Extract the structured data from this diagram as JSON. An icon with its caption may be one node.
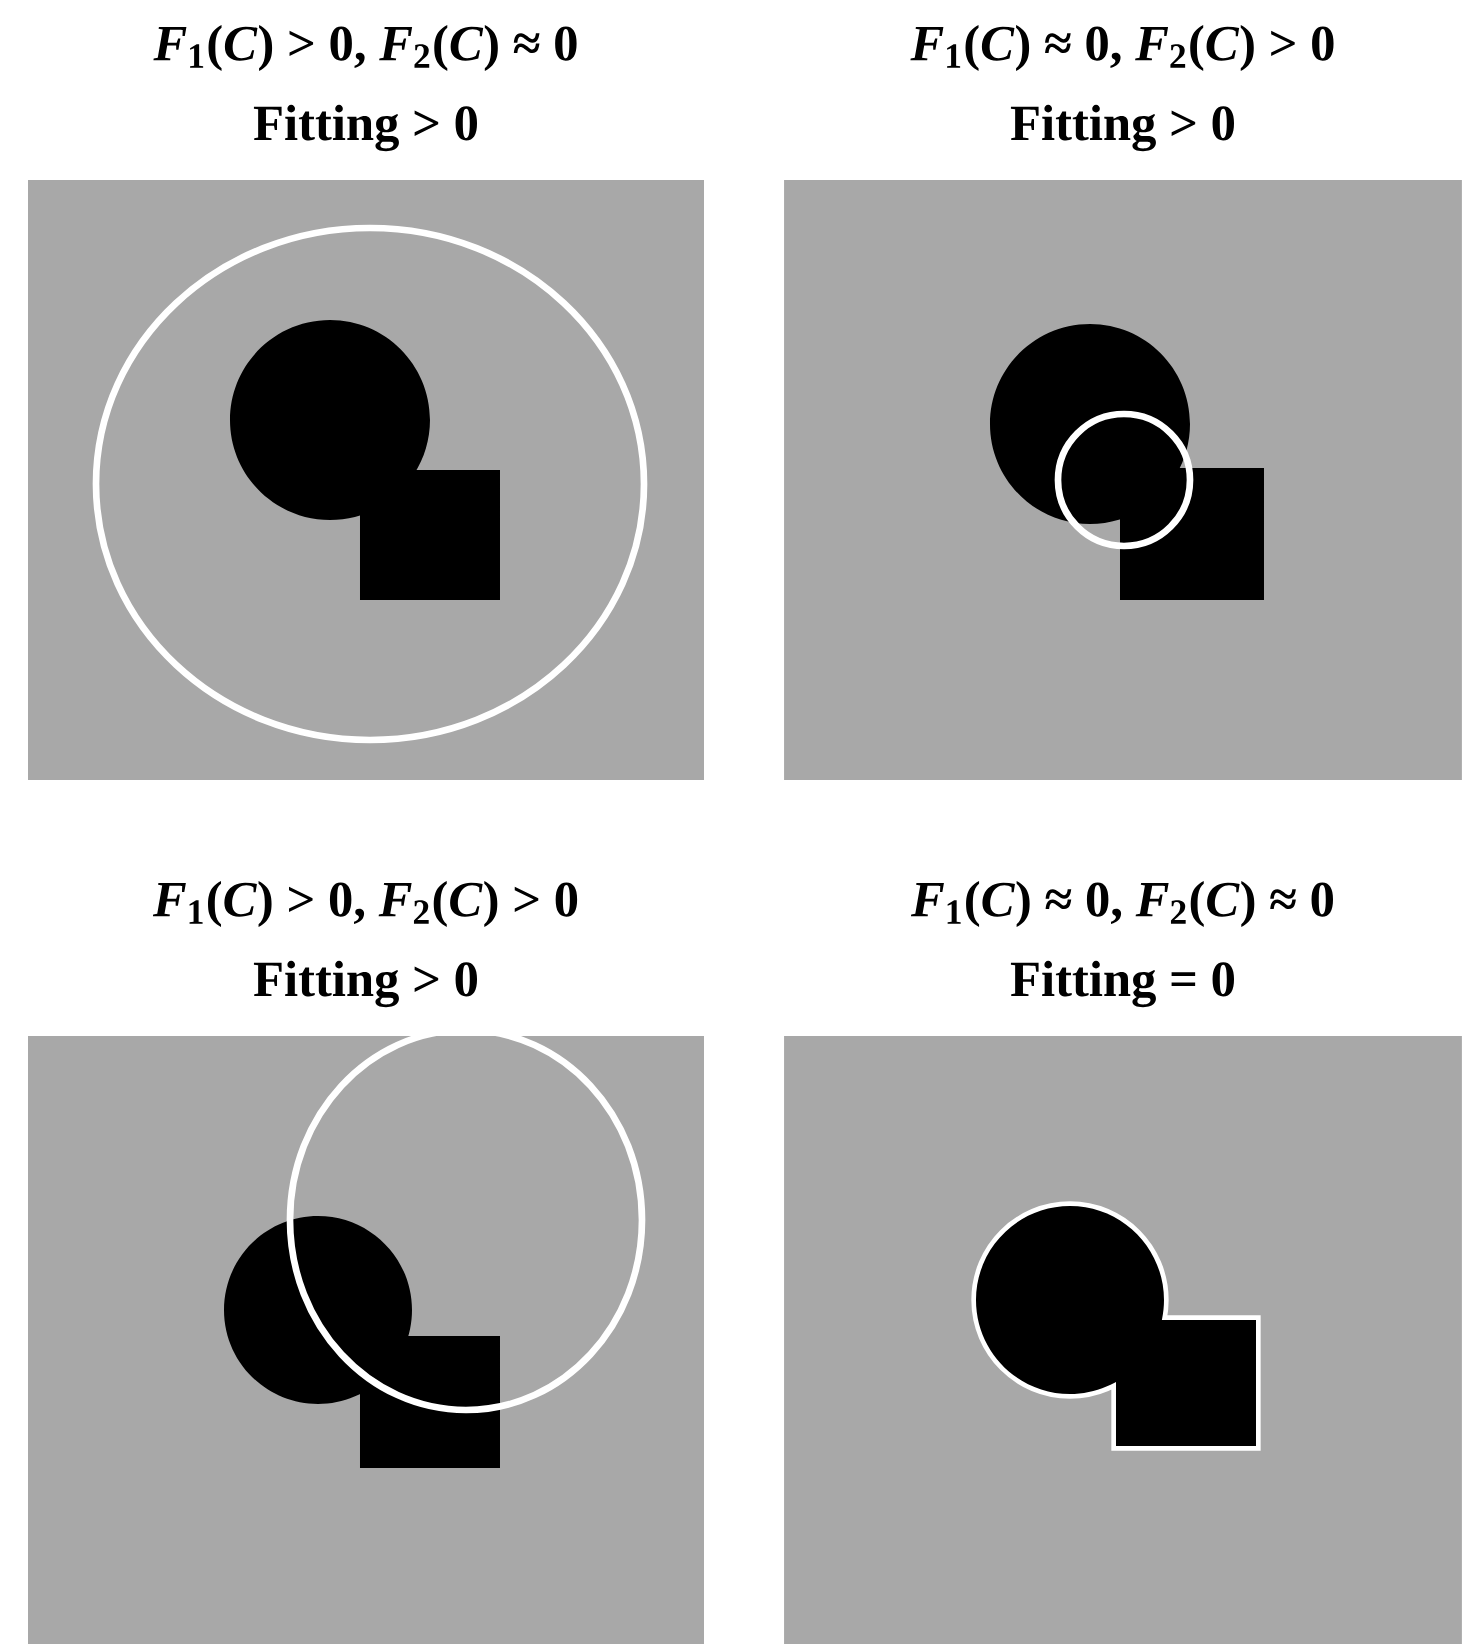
{
  "diagram": {
    "nodes": [
      {
        "text": [
          "*F*$_{1}$(*C*) > 0, *F*$_{2}$(*C*) ≈ 0",
          "Fitting > 0"
        ]
      },
      {
        "text": [
          "*F*$_{1}$(*C*) ≈ 0, *F*$_{2}$(*C*) > 0",
          "Fitting > 0"
        ]
      },
      {
        "text": [
          "*F*$_{1}$(*C*) > 0, *F*$_{2}$(*C*) > 0",
          "Fitting > 0"
        ]
      },
      {
        "text": [
          "*F*$_{1}$(*C*) ≈ 0, *F*$_{2}$(*C*) ≈ 0",
          "Fitting = 0"
        ]
      }
    ]
  }
}
